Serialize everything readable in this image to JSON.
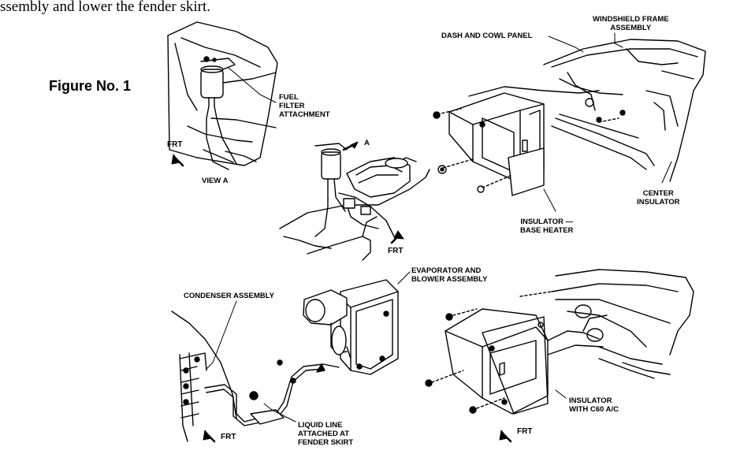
{
  "intro_text": "ssembly and lower the fender skirt.",
  "figure_label": "Figure No. 1",
  "labels": {
    "fuel_filter_1": "FUEL",
    "fuel_filter_2": "FILTER",
    "fuel_filter_3": "ATTACHMENT",
    "view_a": "VIEW A",
    "frt": "FRT",
    "a_marker": "A",
    "dash_cowl": "DASH AND COWL PANEL",
    "windshield_1": "WINDSHIELD FRAME",
    "windshield_2": "ASSEMBLY",
    "center_ins_1": "CENTER",
    "center_ins_2": "INSULATOR",
    "ins_base_1": "INSULATOR —",
    "ins_base_2": "BASE HEATER",
    "evap_1": "EVAPORATOR AND",
    "evap_2": "BLOWER ASSEMBLY",
    "condenser": "CONDENSER ASSEMBLY",
    "liquid_1": "LIQUID LINE",
    "liquid_2": "ATTACHED AT",
    "liquid_3": "FENDER SKIRT",
    "ins_c60_1": "INSULATOR",
    "ins_c60_2": "WITH C60 A/C"
  }
}
